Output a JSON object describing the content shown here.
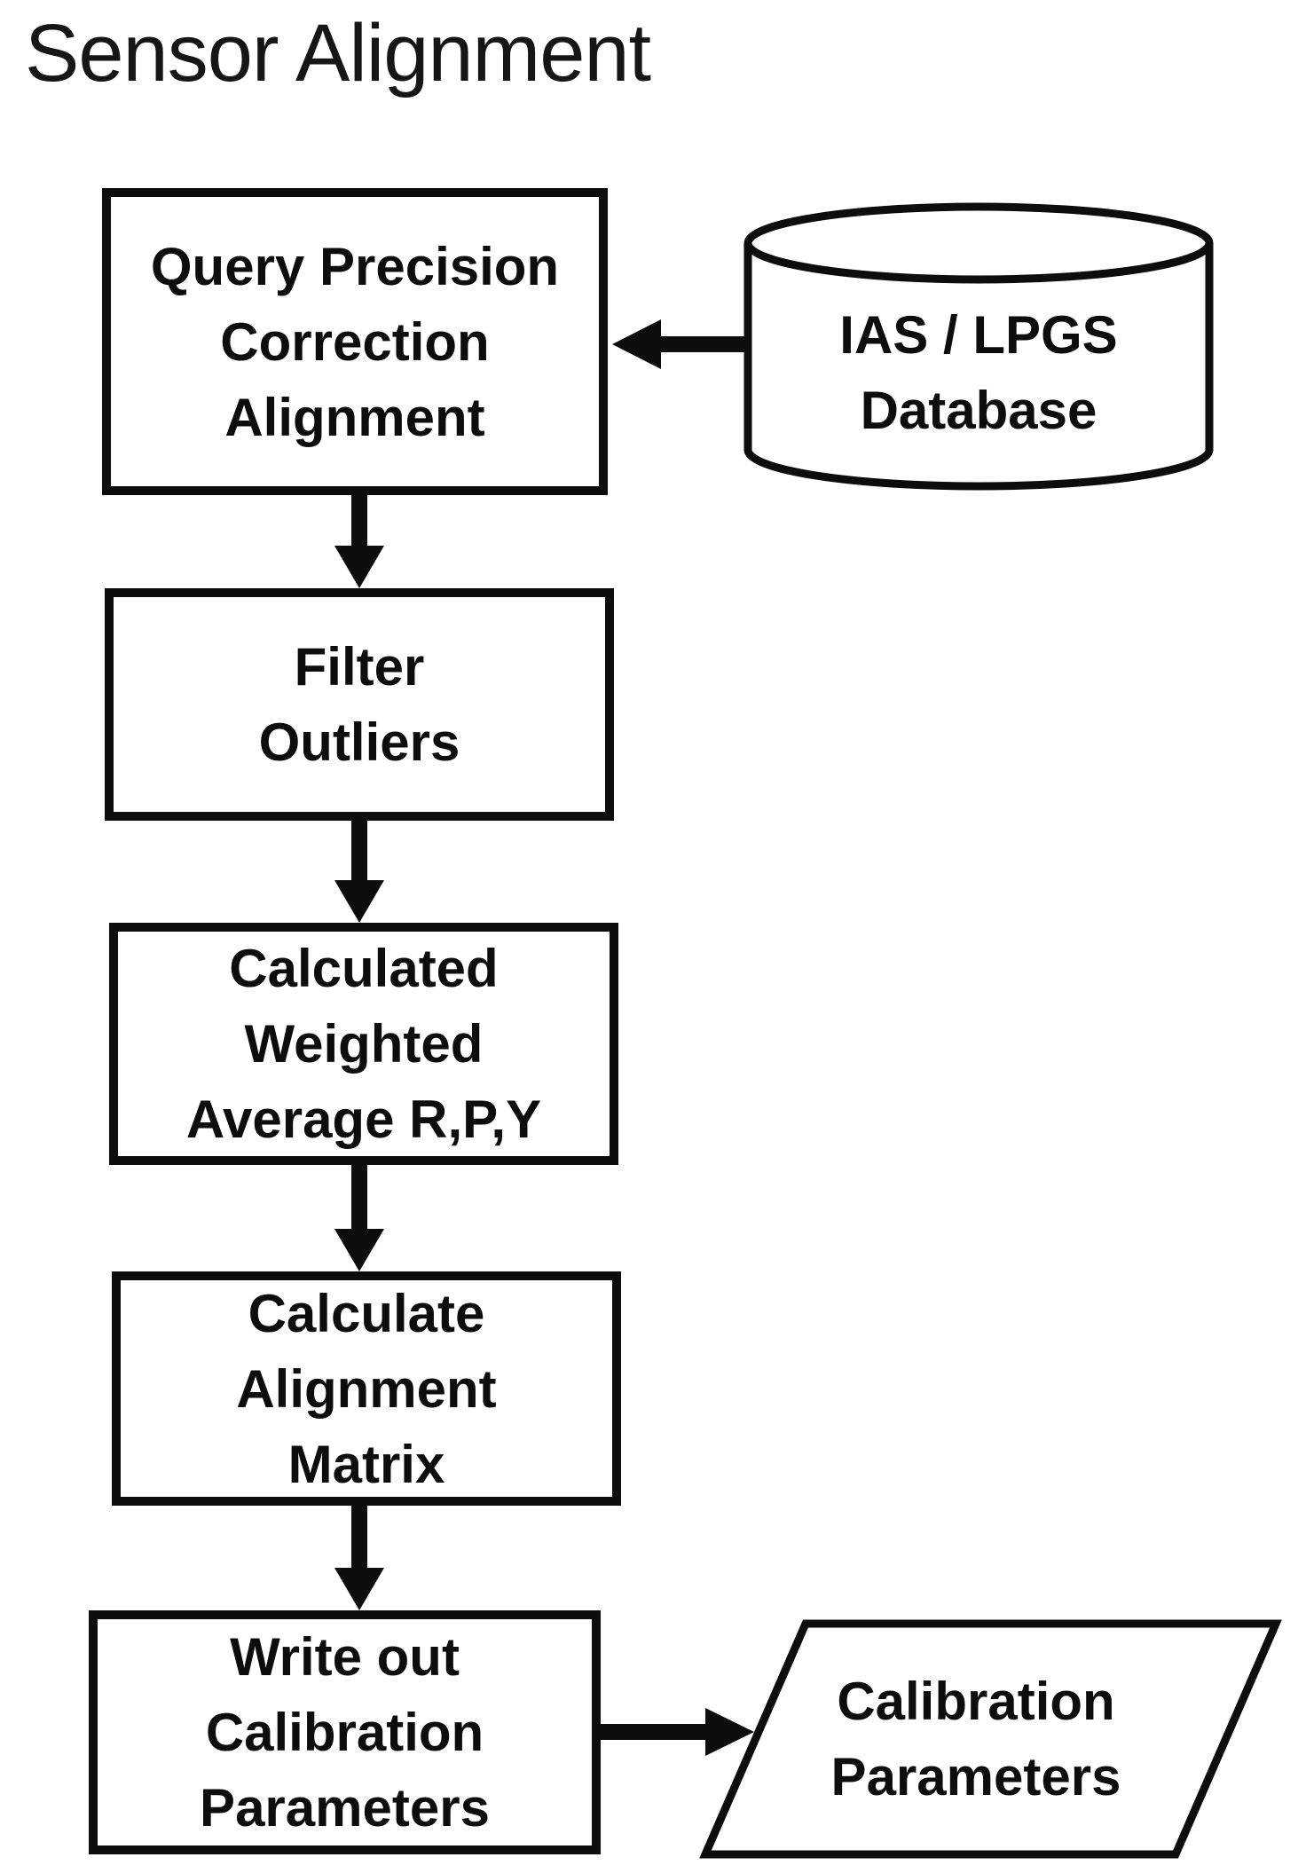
{
  "page": {
    "title": "Sensor Alignment"
  },
  "flowchart": {
    "nodes": [
      {
        "id": "query-precision-correction-alignment",
        "shape": "rectangle",
        "role": "process",
        "label": "Query Precision\nCorrection\nAlignment"
      },
      {
        "id": "ias-lpgs-database",
        "shape": "cylinder",
        "role": "data-store",
        "label": "IAS / LPGS\nDatabase"
      },
      {
        "id": "filter-outliers",
        "shape": "rectangle",
        "role": "process",
        "label": "Filter\nOutliers"
      },
      {
        "id": "calculated-weighted-average",
        "shape": "rectangle",
        "role": "process",
        "label": "Calculated\nWeighted\nAverage R,P,Y"
      },
      {
        "id": "calculate-alignment-matrix",
        "shape": "rectangle",
        "role": "process",
        "label": "Calculate\nAlignment\nMatrix"
      },
      {
        "id": "write-out-calibration-parameters",
        "shape": "rectangle",
        "role": "process",
        "label": "Write out\nCalibration\nParameters"
      },
      {
        "id": "calibration-parameters",
        "shape": "parallelogram",
        "role": "output",
        "label": "Calibration\nParameters"
      }
    ],
    "edges": [
      {
        "from": "ias-lpgs-database",
        "to": "query-precision-correction-alignment",
        "direction": "left"
      },
      {
        "from": "query-precision-correction-alignment",
        "to": "filter-outliers",
        "direction": "down"
      },
      {
        "from": "filter-outliers",
        "to": "calculated-weighted-average",
        "direction": "down"
      },
      {
        "from": "calculated-weighted-average",
        "to": "calculate-alignment-matrix",
        "direction": "down"
      },
      {
        "from": "calculate-alignment-matrix",
        "to": "write-out-calibration-parameters",
        "direction": "down"
      },
      {
        "from": "write-out-calibration-parameters",
        "to": "calibration-parameters",
        "direction": "right"
      }
    ],
    "colors": {
      "stroke": "#0d0d0d",
      "fill": "#ffffff",
      "text": "#0d0d0d",
      "background": "#ffffff"
    }
  }
}
